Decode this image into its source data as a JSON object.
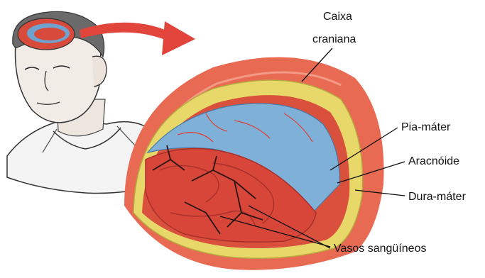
{
  "labels": {
    "cranium_line1": "Caixa",
    "cranium_line2": "craniana",
    "pia": "Pia-máter",
    "arachnoid": "Aracnóide",
    "dura": "Dura-máter",
    "vessels": "Vasos sangüíneos"
  },
  "colors": {
    "background": "#ffffff",
    "skull_outer": "#e86a52",
    "skull_inner": "#d9503d",
    "dura": "#e8d86a",
    "arachnoid": "#7fb0d8",
    "brain": "#d8463a",
    "vessel": "#2a1410",
    "arrow": "#e0443a",
    "leader": "#111111"
  }
}
